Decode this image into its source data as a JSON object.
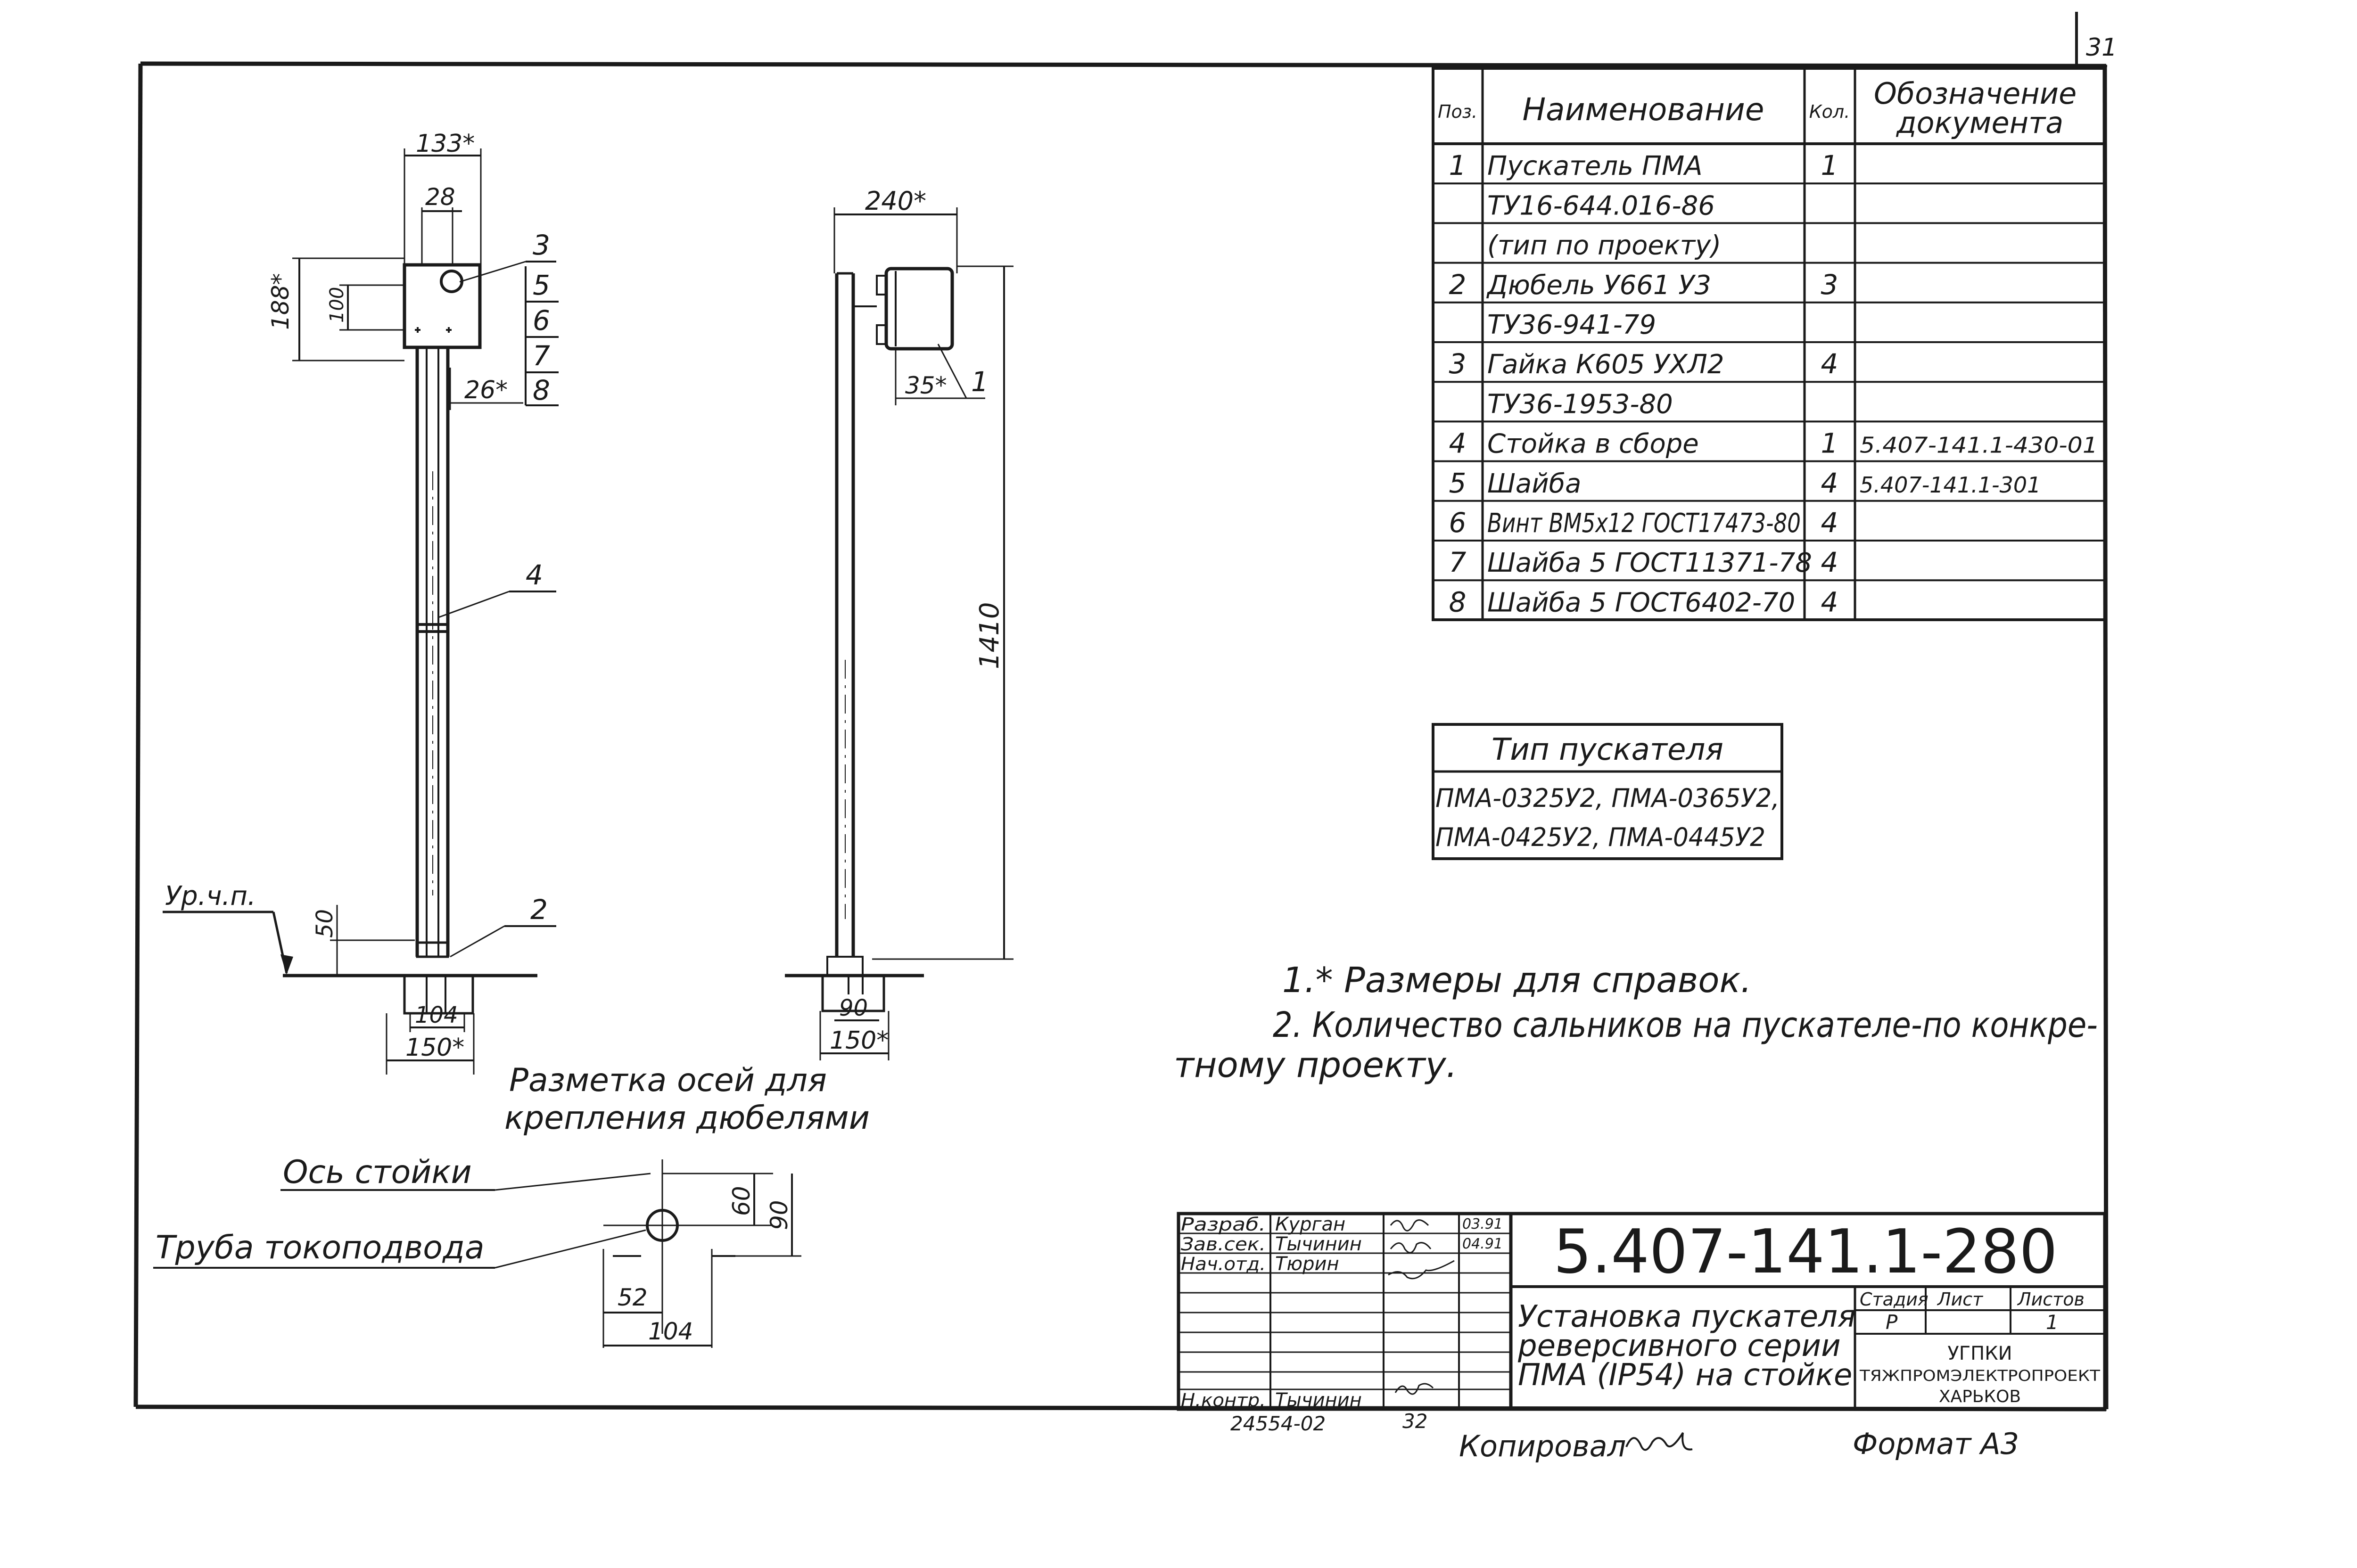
{
  "sheet_number": "31",
  "spec_table": {
    "headers": {
      "pos": "Поз.",
      "name": "Наименование",
      "qty": "Кол.",
      "doc": "Обозначение документа"
    },
    "rows": [
      {
        "pos": "1",
        "name": "Пускатель ПМА",
        "qty": "1",
        "doc": ""
      },
      {
        "pos": "",
        "name": "ТУ16-644.016-86",
        "qty": "",
        "doc": ""
      },
      {
        "pos": "",
        "name": "(тип по проекту)",
        "qty": "",
        "doc": ""
      },
      {
        "pos": "2",
        "name": "Дюбель У661 У3",
        "qty": "3",
        "doc": ""
      },
      {
        "pos": "",
        "name": "ТУ36-941-79",
        "qty": "",
        "doc": ""
      },
      {
        "pos": "3",
        "name": "Гайка К605 УХЛ2",
        "qty": "4",
        "doc": ""
      },
      {
        "pos": "",
        "name": "ТУ36-1953-80",
        "qty": "",
        "doc": ""
      },
      {
        "pos": "4",
        "name": "Стойка в сборе",
        "qty": "1",
        "doc": "5.407-141.1-430-01"
      },
      {
        "pos": "5",
        "name": "Шайба",
        "qty": "4",
        "doc": "5.407-141.1-301"
      },
      {
        "pos": "6",
        "name": "Винт ВМ5х12 ГОСТ17473-80",
        "qty": "4",
        "doc": ""
      },
      {
        "pos": "7",
        "name": "Шайба 5 ГОСТ11371-78",
        "qty": "4",
        "doc": ""
      },
      {
        "pos": "8",
        "name": "Шайба 5 ГОСТ6402-70",
        "qty": "4",
        "doc": ""
      }
    ]
  },
  "starter_type": {
    "title": "Тип пускателя",
    "line1": "ПМА-0325У2, ПМА-0365У2,",
    "line2": "ПМА-0425У2, ПМА-0445У2"
  },
  "notes": {
    "n1": "1.* Размеры для справок.",
    "n2": "2. Количество сальников на пускателе-по конкре-",
    "n2b": "тному проекту."
  },
  "front_view": {
    "dim_top": "133*",
    "dim_28": "28",
    "dim_188": "188*",
    "dim_100": "100",
    "dim_26": "26*",
    "dim_50": "50",
    "dim_104": "104",
    "dim_150": "150*",
    "floor_label": "Ур.ч.п.",
    "callouts": [
      "3",
      "5",
      "6",
      "7",
      "8",
      "4",
      "2"
    ]
  },
  "side_view": {
    "dim_240": "240*",
    "dim_35": "35*",
    "dim_1410": "1410",
    "dim_90": "90",
    "dim_150": "150*",
    "callout": "1"
  },
  "marking": {
    "title1": "Разметка осей для",
    "title2": "крепления дюбелями",
    "post_axis": "Ось стойки",
    "pipe": "Труба токоподвода",
    "dim_60": "60",
    "dim_90": "90",
    "dim_52": "52",
    "dim_104": "104"
  },
  "title_block": {
    "code": "5.407-141.1-280",
    "description": [
      "Установка пускателя",
      "реверсивного серии",
      "ПМА (IP54) на стойке"
    ],
    "roles": [
      {
        "role": "Разраб.",
        "name": "Курган",
        "date": "03.91"
      },
      {
        "role": "Зав.сек.",
        "name": "Тычинин",
        "date": "04.91"
      },
      {
        "role": "Нач.отд.",
        "name": "Тюрин",
        "date": ""
      },
      {
        "role": "Н.контр.",
        "name": "Тычинин",
        "date": ""
      }
    ],
    "stage_label": "Стадия",
    "sheet_label": "Лист",
    "sheets_label": "Листов",
    "stage": "Р",
    "sheets": "1",
    "org": [
      "УГПКИ",
      "ТЯЖПРОМЭЛЕКТРОПРОЕКТ",
      "ХАРЬКОВ"
    ]
  },
  "footer": {
    "inv": "24554-02",
    "num": "32",
    "copied": "Копировал",
    "format": "Формат А3"
  }
}
